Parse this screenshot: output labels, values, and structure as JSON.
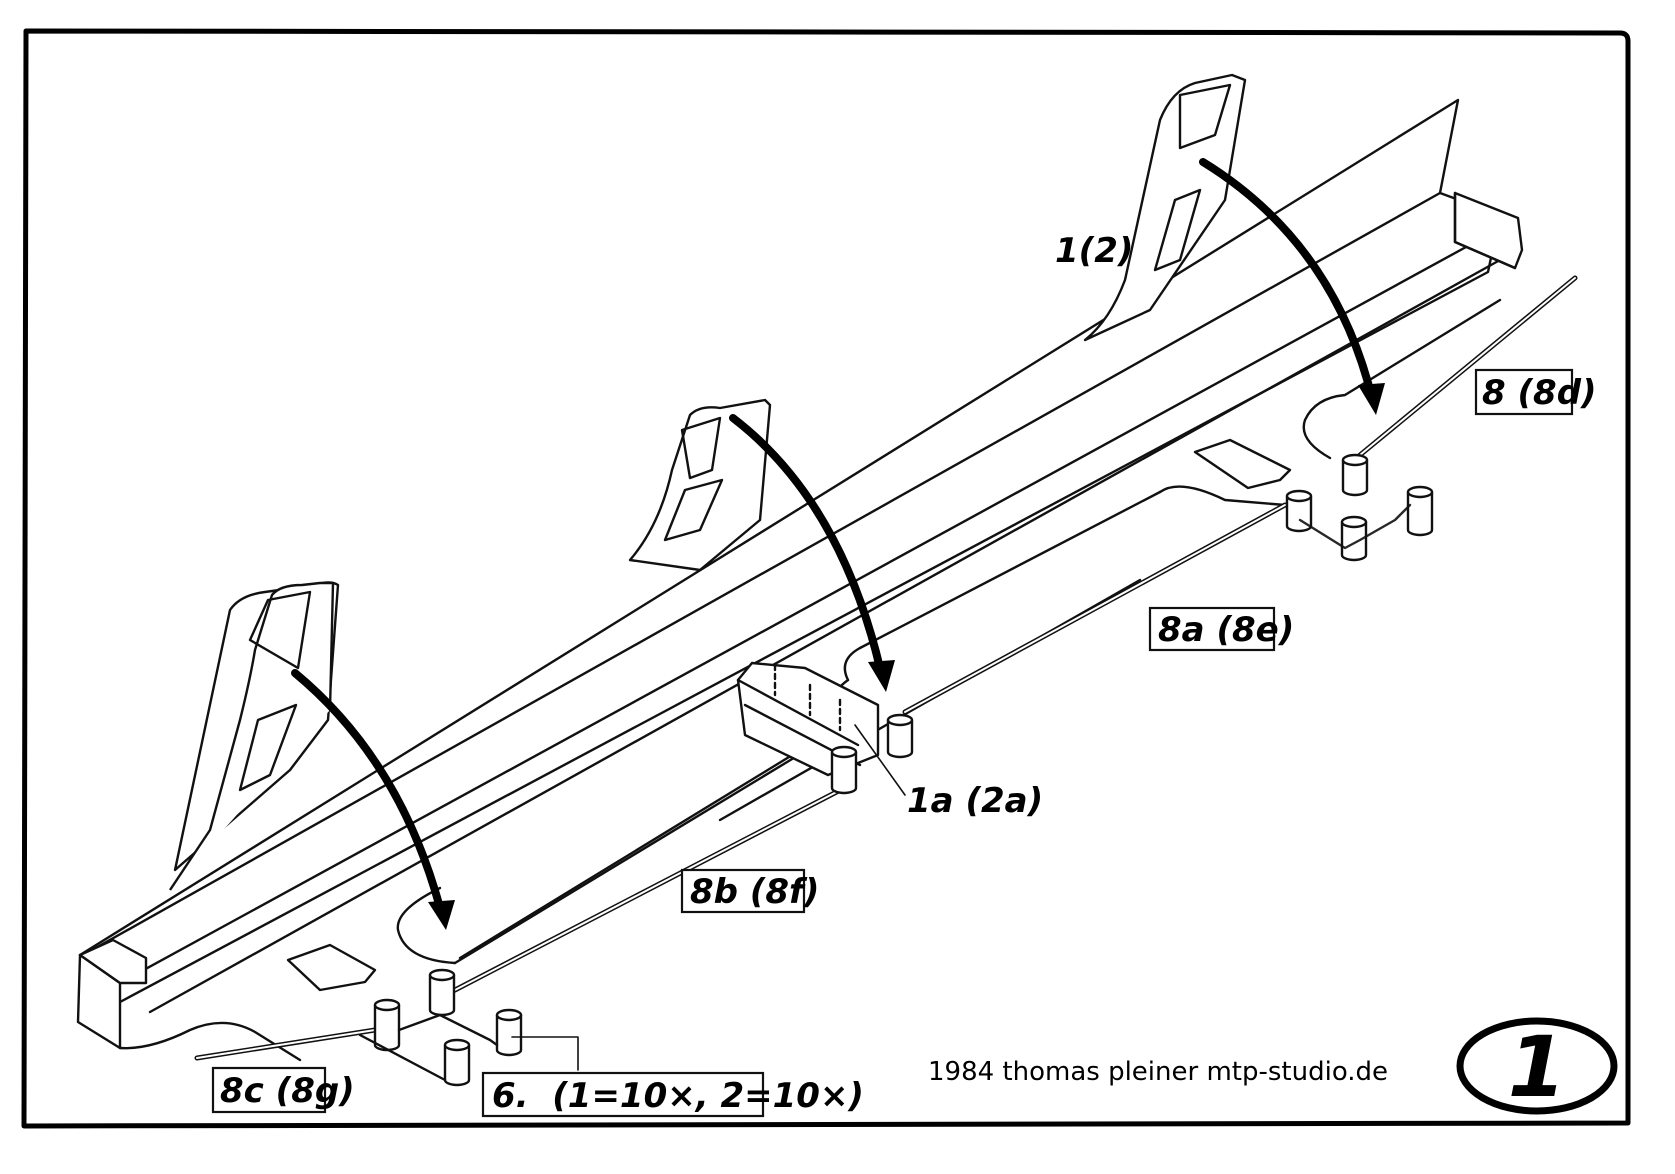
{
  "drawing": {
    "type": "isometric assembly drawing",
    "sheet_number": "1",
    "credit": "1984 thomas pleiner mtp-studio.de",
    "labels": {
      "fin_part": "1(2)",
      "middle_bracket": "1a (2a)",
      "rail_right": "8 (8d)",
      "rail_middle_right": "8a (8e)",
      "rail_middle_left": "8b (8f)",
      "rail_left": "8c (8g)",
      "pegs": "6.  (1=10×, 2=10×)"
    },
    "parts": [
      {
        "id": "1(2)",
        "description": "fin plate with cut-out windows",
        "count_visible": 3
      },
      {
        "id": "1a (2a)",
        "description": "middle box bracket"
      },
      {
        "id": "6",
        "description": "cylindrical pegs",
        "quantity_note": "1=10×, 2=10×"
      },
      {
        "id": "8 (8d)",
        "description": "rail strip, right"
      },
      {
        "id": "8a (8e)",
        "description": "rail strip, middle right"
      },
      {
        "id": "8b (8f)",
        "description": "rail strip, middle left"
      },
      {
        "id": "8c (8g)",
        "description": "rail strip, left"
      }
    ],
    "arrows": 3,
    "colors": {
      "ink": "#000000",
      "paper": "#ffffff"
    }
  }
}
